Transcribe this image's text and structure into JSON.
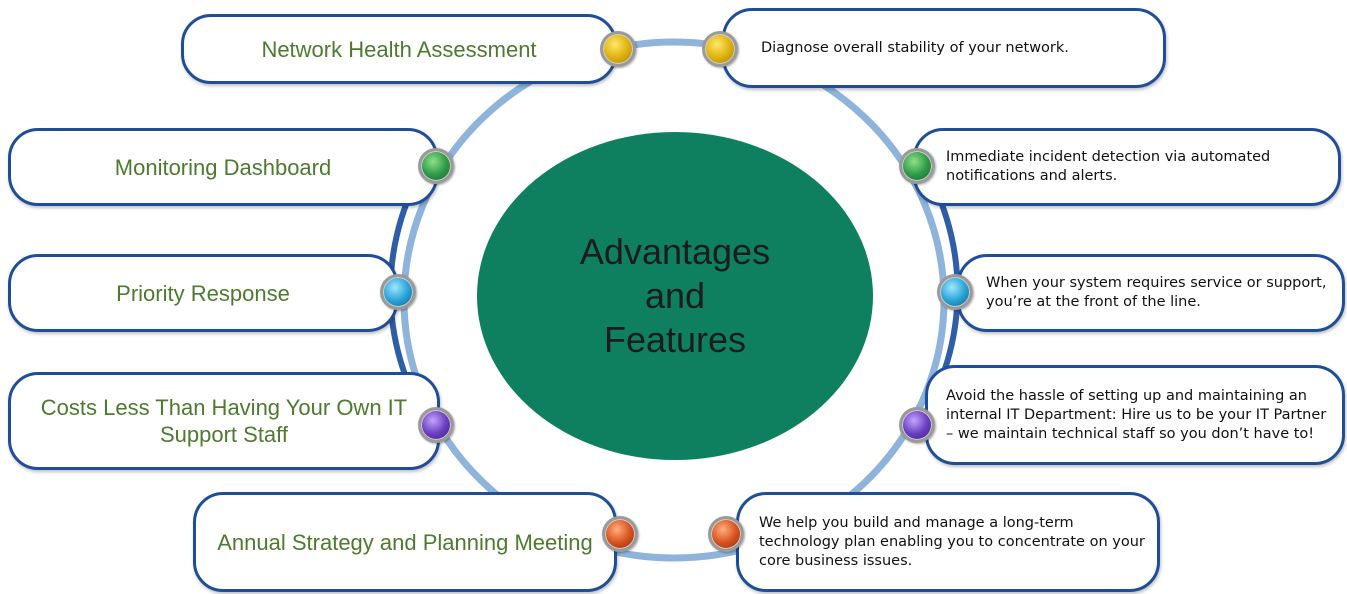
{
  "center": {
    "lines": [
      "Advantages",
      "and",
      "Features"
    ]
  },
  "colors": {
    "center_fill": "#0e8060",
    "pill_border": "#1f4e98",
    "ring": "#8fb4dc",
    "left_text": "#4d7a2e"
  },
  "rows": [
    {
      "feature": "Network Health Assessment",
      "description": "Diagnose overall stability of your network.",
      "node_color": "yellow"
    },
    {
      "feature": "Monitoring Dashboard",
      "description": "Immediate incident detection via automated notifications and alerts.",
      "node_color": "green"
    },
    {
      "feature": "Priority Response",
      "description": "When your system requires service or support, you’re at the front of the line.",
      "node_color": "blue"
    },
    {
      "feature": "Costs Less Than Having Your Own IT Support Staff",
      "description": "Avoid the hassle of setting up and maintaining an internal IT Department: Hire us to be your IT Partner – we maintain technical staff so you don’t have to!",
      "node_color": "purple"
    },
    {
      "feature": "Annual Strategy and Planning Meeting",
      "description": "We help you build and manage a long-term technology plan enabling you to concentrate on your core business issues.",
      "node_color": "orange"
    }
  ]
}
